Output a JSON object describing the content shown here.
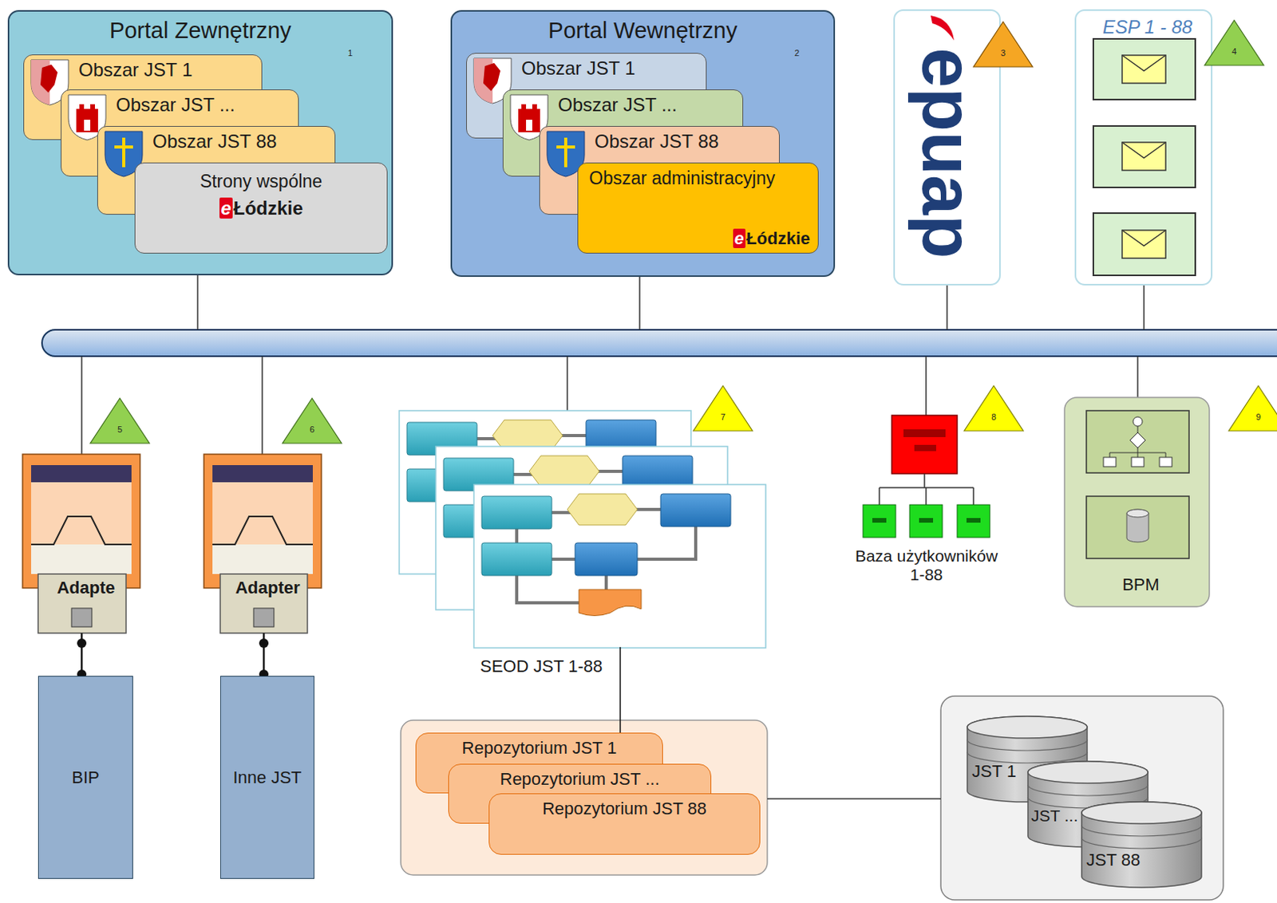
{
  "diagram": {
    "nodes": [
      {
        "text": [
          "Portal Zewnętrzny"
        ]
      },
      {
        "text": [
          "Obszar JST 1"
        ],
        "in": 0
      },
      {
        "text": [
          "Obszar JST ..."
        ],
        "in": 0
      },
      {
        "text": [
          "Obszar JST 88"
        ],
        "in": 0
      },
      {
        "text": [
          "Strony wspólne",
          "eŁódzkie"
        ],
        "in": 0
      },
      {
        "text": [
          "Portal Wewnętrzny"
        ]
      },
      {
        "text": [
          "Obszar JST 1"
        ],
        "in": 5
      },
      {
        "text": [
          "Obszar JST ..."
        ],
        "in": 5
      },
      {
        "text": [
          "Obszar JST 88"
        ],
        "in": 5
      },
      {
        "text": [
          "Obszar administracyjny",
          "eŁódzkie"
        ],
        "in": 5
      },
      {
        "text": [
          "epuap"
        ]
      },
      {
        "text": [
          "ESP 1 - 88"
        ]
      },
      {
        "text": [
          "Adapte"
        ]
      },
      {
        "text": [
          "Adapter"
        ]
      },
      {
        "text": [
          "SEOD JST 1-88"
        ]
      },
      {
        "text": [
          "Baza użytkowników 1-88"
        ]
      },
      {
        "text": [
          "BPM"
        ]
      },
      {
        "text": [
          "BIP"
        ]
      },
      {
        "text": [
          "Inne JST"
        ]
      },
      {
        "text": [
          "Repozytorium JST 1"
        ]
      },
      {
        "text": [
          "Repozytorium JST ..."
        ]
      },
      {
        "text": [
          "Repozytorium JST 88"
        ]
      },
      {
        "text": [
          "JST 1"
        ]
      },
      {
        "text": [
          "JST ..."
        ]
      },
      {
        "text": [
          "JST 88"
        ]
      }
    ],
    "edges": [
      {
        "from": 12,
        "to": 17,
        "arrow": "none"
      },
      {
        "from": 13,
        "to": 18,
        "arrow": "none"
      },
      {
        "from": 14,
        "to": 19,
        "arrow": "none"
      }
    ],
    "labels": [
      "1",
      "2",
      "3",
      "4",
      "5",
      "6",
      "7",
      "8",
      "9"
    ]
  }
}
